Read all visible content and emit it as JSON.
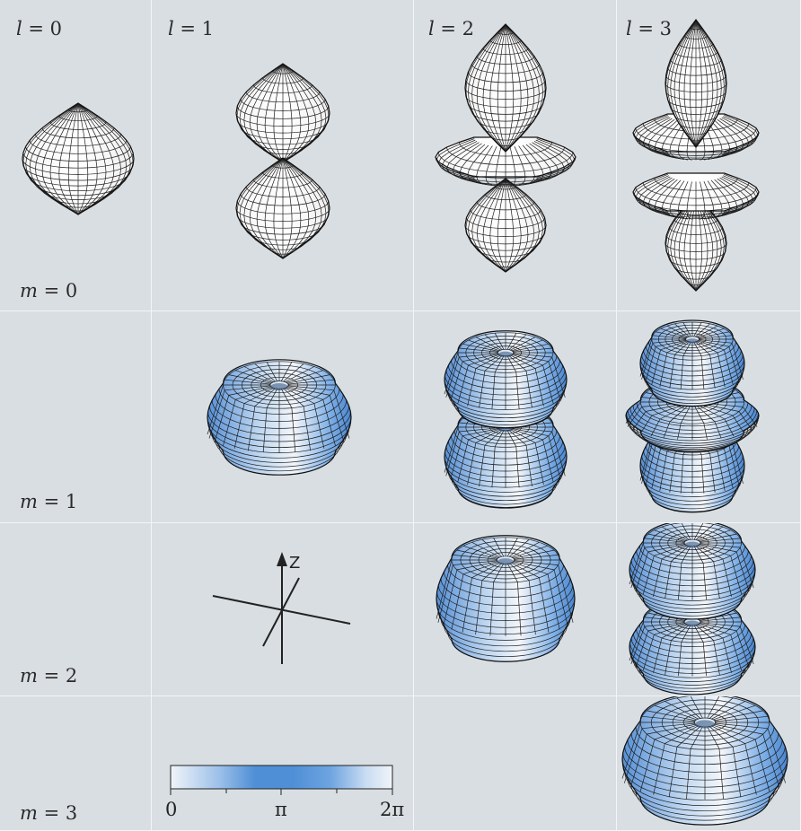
{
  "column_labels": [
    {
      "var": "l",
      "eq": " = 0"
    },
    {
      "var": "l",
      "eq": " = 1"
    },
    {
      "var": "l",
      "eq": " = 2"
    },
    {
      "var": "l",
      "eq": " = 3"
    }
  ],
  "row_labels": [
    {
      "var": "m",
      "eq": " = 0"
    },
    {
      "var": "m",
      "eq": " = 1"
    },
    {
      "var": "m",
      "eq": " = 2"
    },
    {
      "var": "m",
      "eq": " = 3"
    }
  ],
  "axis_label": "Z",
  "colorbar": {
    "ticks": [
      "0",
      "π",
      "2π"
    ],
    "colors": {
      "light": "#eef3f9",
      "dark": "#4d8fd8"
    }
  },
  "colors": {
    "white_surface": "#ffffff",
    "blue_surface": "#5b97dc",
    "grid_line": "#1e1e1e",
    "background": "#d9dee2"
  },
  "shapes": [
    {
      "id": "l0m0",
      "type": "sphere",
      "tint": "white"
    },
    {
      "id": "l1m0",
      "type": "dumbbell",
      "tint": "white"
    },
    {
      "id": "l2m0",
      "type": "dz2",
      "tint": "white"
    },
    {
      "id": "l3m0",
      "type": "f-z3",
      "tint": "white"
    },
    {
      "id": "l1m1",
      "type": "torus",
      "tint": "blue"
    },
    {
      "id": "l2m1",
      "type": "double-torus",
      "tint": "blue"
    },
    {
      "id": "l3m1",
      "type": "triple-stack",
      "tint": "blue"
    },
    {
      "id": "l2m2",
      "type": "torus",
      "tint": "blue"
    },
    {
      "id": "l3m2",
      "type": "double-torus",
      "tint": "blue"
    },
    {
      "id": "l3m3",
      "type": "torus",
      "tint": "blue"
    }
  ]
}
